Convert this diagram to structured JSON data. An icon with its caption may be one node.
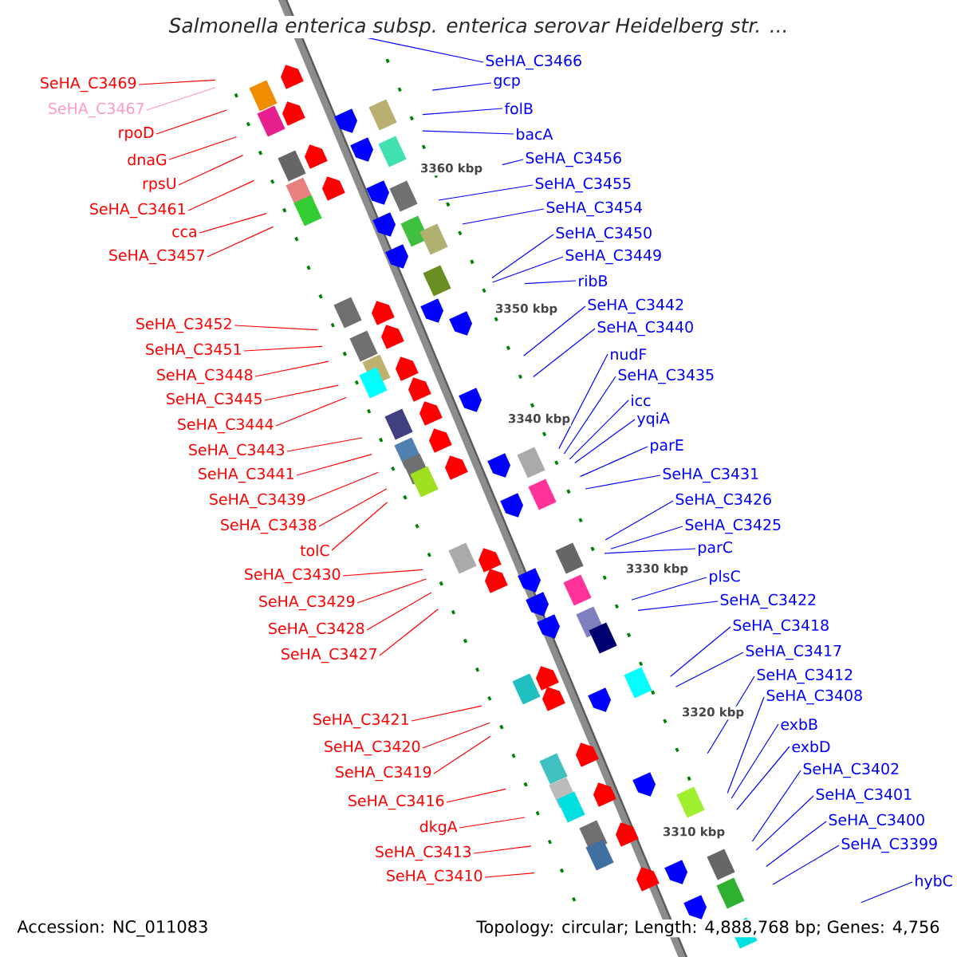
{
  "diagram": {
    "title": "Salmonella enterica subsp. enterica serovar Heidelberg str. ...",
    "nodes": [
      {
        "text": [
          "SeHA_C3469"
        ]
      },
      {
        "text": [
          "SeHA_C3467"
        ]
      },
      {
        "text": [
          "rpoD"
        ]
      },
      {
        "text": [
          "dnaG"
        ]
      },
      {
        "text": [
          "rpsU"
        ]
      },
      {
        "text": [
          "SeHA_C3461"
        ]
      },
      {
        "text": [
          "cca"
        ]
      },
      {
        "text": [
          "SeHA_C3457"
        ]
      },
      {
        "text": [
          "SeHA_C3452"
        ]
      },
      {
        "text": [
          "SeHA_C3451"
        ]
      },
      {
        "text": [
          "SeHA_C3448"
        ]
      },
      {
        "text": [
          "SeHA_C3445"
        ]
      },
      {
        "text": [
          "SeHA_C3444"
        ]
      },
      {
        "text": [
          "SeHA_C3443"
        ]
      },
      {
        "text": [
          "SeHA_C3441"
        ]
      },
      {
        "text": [
          "SeHA_C3439"
        ]
      },
      {
        "text": [
          "SeHA_C3438"
        ]
      },
      {
        "text": [
          "tolC"
        ]
      },
      {
        "text": [
          "SeHA_C3430"
        ]
      },
      {
        "text": [
          "SeHA_C3429"
        ]
      },
      {
        "text": [
          "SeHA_C3428"
        ]
      },
      {
        "text": [
          "SeHA_C3427"
        ]
      },
      {
        "text": [
          "SeHA_C3421"
        ]
      },
      {
        "text": [
          "SeHA_C3420"
        ]
      },
      {
        "text": [
          "SeHA_C3419"
        ]
      },
      {
        "text": [
          "SeHA_C3416"
        ]
      },
      {
        "text": [
          "dkgA"
        ]
      },
      {
        "text": [
          "SeHA_C3413"
        ]
      },
      {
        "text": [
          "SeHA_C3410"
        ]
      },
      {
        "text": [
          "SeHA_C3466"
        ]
      },
      {
        "text": [
          "gcp"
        ]
      },
      {
        "text": [
          "folB"
        ]
      },
      {
        "text": [
          "bacA"
        ]
      },
      {
        "text": [
          "SeHA_C3456"
        ]
      },
      {
        "text": [
          "SeHA_C3455"
        ]
      },
      {
        "text": [
          "SeHA_C3454"
        ]
      },
      {
        "text": [
          "SeHA_C3450"
        ]
      },
      {
        "text": [
          "SeHA_C3449"
        ]
      },
      {
        "text": [
          "ribB"
        ]
      },
      {
        "text": [
          "SeHA_C3442"
        ]
      },
      {
        "text": [
          "SeHA_C3440"
        ]
      },
      {
        "text": [
          "nudF"
        ]
      },
      {
        "text": [
          "SeHA_C3435"
        ]
      },
      {
        "text": [
          "icc"
        ]
      },
      {
        "text": [
          "yqiA"
        ]
      },
      {
        "text": [
          "parE"
        ]
      },
      {
        "text": [
          "SeHA_C3431"
        ]
      },
      {
        "text": [
          "SeHA_C3426"
        ]
      },
      {
        "text": [
          "SeHA_C3425"
        ]
      },
      {
        "text": [
          "parC"
        ]
      },
      {
        "text": [
          "plsC"
        ]
      },
      {
        "text": [
          "SeHA_C3422"
        ]
      },
      {
        "text": [
          "SeHA_C3418"
        ]
      },
      {
        "text": [
          "SeHA_C3417"
        ]
      },
      {
        "text": [
          "SeHA_C3412"
        ]
      },
      {
        "text": [
          "SeHA_C3408"
        ]
      },
      {
        "text": [
          "exbB"
        ]
      },
      {
        "text": [
          "exbD"
        ]
      },
      {
        "text": [
          "SeHA_C3402"
        ]
      },
      {
        "text": [
          "SeHA_C3401"
        ]
      },
      {
        "text": [
          "SeHA_C3400"
        ]
      },
      {
        "text": [
          "SeHA_C3399"
        ]
      },
      {
        "text": [
          "hybC"
        ]
      }
    ],
    "edges": [
      {
        "from": 0,
        "to": null,
        "arrow": "none",
        "color": "#ff0000"
      },
      {
        "from": 1,
        "to": null,
        "arrow": "none",
        "color": "#ff99cc"
      },
      {
        "from": 2,
        "to": null,
        "arrow": "none",
        "color": "#ff0000"
      },
      {
        "from": 3,
        "to": null,
        "arrow": "none",
        "color": "#ff0000"
      },
      {
        "from": 4,
        "to": null,
        "arrow": "none",
        "color": "#ff0000"
      },
      {
        "from": 5,
        "to": null,
        "arrow": "none",
        "color": "#ff0000"
      },
      {
        "from": 6,
        "to": null,
        "arrow": "none",
        "color": "#ff0000"
      },
      {
        "from": 7,
        "to": null,
        "arrow": "none",
        "color": "#ff0000"
      },
      {
        "from": 8,
        "to": null,
        "arrow": "none",
        "color": "#ff0000"
      },
      {
        "from": 9,
        "to": null,
        "arrow": "none",
        "color": "#ff0000"
      },
      {
        "from": 10,
        "to": null,
        "arrow": "none",
        "color": "#ff0000"
      },
      {
        "from": 11,
        "to": null,
        "arrow": "none",
        "color": "#ff0000"
      },
      {
        "from": 12,
        "to": null,
        "arrow": "none",
        "color": "#ff0000"
      },
      {
        "from": 13,
        "to": null,
        "arrow": "none",
        "color": "#ff0000"
      },
      {
        "from": 14,
        "to": null,
        "arrow": "none",
        "color": "#ff0000"
      },
      {
        "from": 15,
        "to": null,
        "arrow": "none",
        "color": "#ff0000"
      },
      {
        "from": 16,
        "to": null,
        "arrow": "none",
        "color": "#ff0000"
      },
      {
        "from": 17,
        "to": null,
        "arrow": "none",
        "color": "#ff0000"
      },
      {
        "from": 18,
        "to": null,
        "arrow": "none",
        "color": "#ff0000"
      },
      {
        "from": 19,
        "to": null,
        "arrow": "none",
        "color": "#ff0000"
      },
      {
        "from": 20,
        "to": null,
        "arrow": "none",
        "color": "#ff0000"
      },
      {
        "from": 21,
        "to": null,
        "arrow": "none",
        "color": "#ff0000"
      },
      {
        "from": 22,
        "to": null,
        "arrow": "none",
        "color": "#ff0000"
      },
      {
        "from": 23,
        "to": null,
        "arrow": "none",
        "color": "#ff0000"
      },
      {
        "from": 24,
        "to": null,
        "arrow": "none",
        "color": "#ff0000"
      },
      {
        "from": 25,
        "to": null,
        "arrow": "none",
        "color": "#ff0000"
      },
      {
        "from": 26,
        "to": null,
        "arrow": "none",
        "color": "#ff0000"
      },
      {
        "from": 27,
        "to": null,
        "arrow": "none",
        "color": "#ff0000"
      },
      {
        "from": 28,
        "to": null,
        "arrow": "none",
        "color": "#ff0000"
      },
      {
        "from": 29,
        "to": null,
        "arrow": "none"
      },
      {
        "from": 30,
        "to": null,
        "arrow": "none"
      },
      {
        "from": 31,
        "to": null,
        "arrow": "none"
      },
      {
        "from": 32,
        "to": null,
        "arrow": "none"
      },
      {
        "from": 33,
        "to": null,
        "arrow": "none"
      },
      {
        "from": 34,
        "to": null,
        "arrow": "none"
      },
      {
        "from": 35,
        "to": null,
        "arrow": "none"
      },
      {
        "from": 36,
        "to": null,
        "arrow": "none"
      },
      {
        "from": 37,
        "to": null,
        "arrow": "none"
      },
      {
        "from": 38,
        "to": null,
        "arrow": "none"
      },
      {
        "from": 39,
        "to": null,
        "arrow": "none"
      },
      {
        "from": 40,
        "to": null,
        "arrow": "none"
      },
      {
        "from": 41,
        "to": null,
        "arrow": "none"
      },
      {
        "from": 42,
        "to": null,
        "arrow": "none"
      },
      {
        "from": 43,
        "to": null,
        "arrow": "none"
      },
      {
        "from": 44,
        "to": null,
        "arrow": "none"
      },
      {
        "from": 45,
        "to": null,
        "arrow": "none"
      },
      {
        "from": 46,
        "to": null,
        "arrow": "none"
      },
      {
        "from": 47,
        "to": null,
        "arrow": "none"
      },
      {
        "from": 48,
        "to": null,
        "arrow": "none"
      },
      {
        "from": 49,
        "to": null,
        "arrow": "none"
      },
      {
        "from": 50,
        "to": null,
        "arrow": "none"
      },
      {
        "from": 51,
        "to": null,
        "arrow": "none"
      },
      {
        "from": 52,
        "to": null,
        "arrow": "none"
      },
      {
        "from": 53,
        "to": null,
        "arrow": "none"
      },
      {
        "from": 54,
        "to": null,
        "arrow": "none"
      },
      {
        "from": 55,
        "to": null,
        "arrow": "none"
      },
      {
        "from": 56,
        "to": null,
        "arrow": "none"
      },
      {
        "from": 57,
        "to": null,
        "arrow": "none"
      },
      {
        "from": 58,
        "to": null,
        "arrow": "none"
      },
      {
        "from": 59,
        "to": null,
        "arrow": "none"
      },
      {
        "from": 60,
        "to": null,
        "arrow": "none"
      },
      {
        "from": 61,
        "to": null,
        "arrow": "none"
      },
      {
        "from": 62,
        "to": null,
        "arrow": "none"
      }
    ],
    "labels": [
      "3360 kbp",
      "3350 kbp",
      "3340 kbp",
      "3330 kbp",
      "3320 kbp",
      "3310 kbp",
      "Accession: NC_011083",
      "Topology: circular; Length: 4,888,768 bp; Genes: 4,756"
    ]
  }
}
